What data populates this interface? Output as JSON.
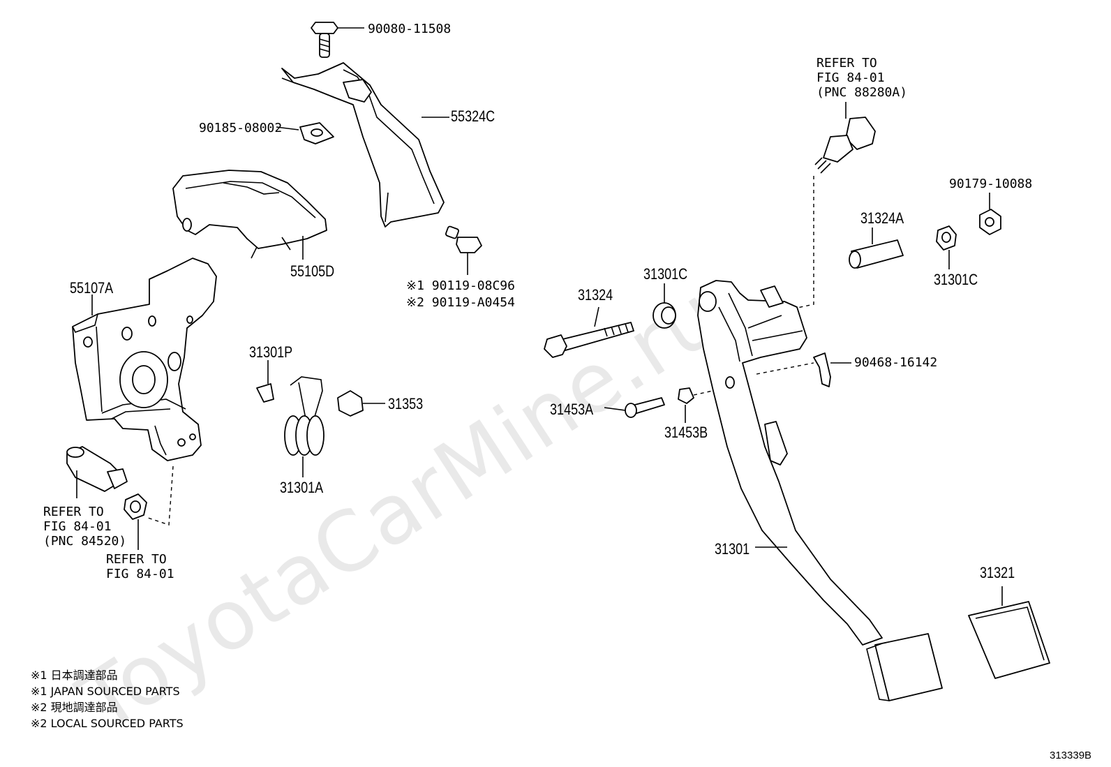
{
  "watermark": "ToyotaCarMine.ru",
  "figure_number": "313339B",
  "callouts": {
    "c1": "90080-11508",
    "c2": "55324C",
    "c3": "90185-08002",
    "c4": "55105D",
    "c5": "※1 90119-08C96",
    "c6": "※2 90119-A0454",
    "c7": "55107A",
    "c8": "31301P",
    "c9": "31353",
    "c10": "31301A",
    "c11": "REFER TO\nFIG 84-01\n(PNC 84520)",
    "c12": "REFER TO\nFIG 84-01",
    "c13": "REFER TO\nFIG 84-01\n(PNC 88280A)",
    "c14": "90179-10088",
    "c15": "31324A",
    "c16": "31301C",
    "c17": "31301C",
    "c18": "31324",
    "c19": "90468-16142",
    "c20": "31453A",
    "c21": "31453B",
    "c22": "31301",
    "c23": "31321"
  },
  "notes": {
    "n1": "※1 日本調達部品",
    "n2": "※1 JAPAN SOURCED PARTS",
    "n3": "※2 現地調達部品",
    "n4": "※2 LOCAL SOURCED PARTS"
  }
}
